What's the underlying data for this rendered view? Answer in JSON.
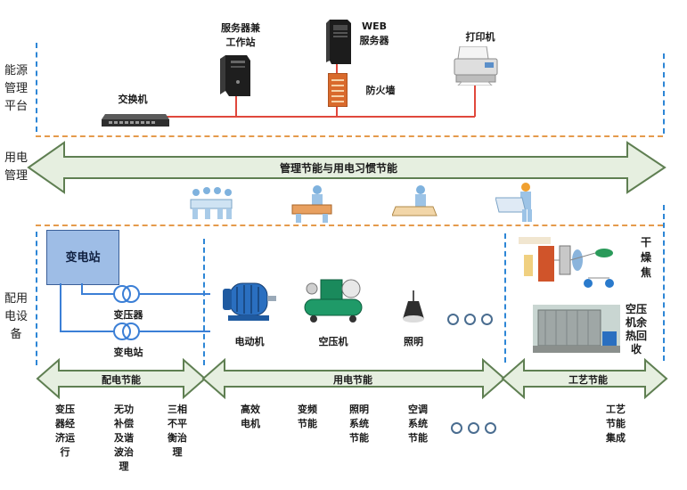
{
  "platform": {
    "side_label": "能源\n管理\n平台",
    "switch_label": "交换机",
    "server_label": "服务器兼\n工作站",
    "web_label": "WEB\n服务器",
    "firewall_label": "防火墙",
    "printer_label": "打印机"
  },
  "usage_mgmt": {
    "side_label": "用电\n管理",
    "arrow_label": "管理节能与用电习惯节能"
  },
  "distribution": {
    "side_label": "配用\n电设\n备",
    "substation_box": "变电站",
    "transformer_label": "变压器",
    "substation_label": "变电站",
    "motor_label": "电动机",
    "compressor_label": "空压机",
    "lighting_label": "照明",
    "dryer_label": "干\n燥\n焦",
    "heat_recovery_label": "空压\n机余\n热回\n收"
  },
  "arrows": {
    "power_dist": "配电节能",
    "power_use": "用电节能",
    "process": "工艺节能"
  },
  "bottom": {
    "item1": "变压\n器经\n济运\n行",
    "item2": "无功\n补偿\n及谐\n波治\n理",
    "item3": "三相\n不平\n衡治\n理",
    "item4": "高效\n电机",
    "item5": "变频\n节能",
    "item6": "照明\n系统\n节能",
    "item7": "空调\n系统\n节能",
    "item8": "工艺\n节能\n集成"
  },
  "colors": {
    "network_line": "#e0483c",
    "power_line": "#3b7fd6",
    "arrow_fill": "#e6efe0",
    "arrow_stroke": "#5f7f52",
    "separator": "#e59a4c",
    "dash_blue": "#2d86d6"
  }
}
